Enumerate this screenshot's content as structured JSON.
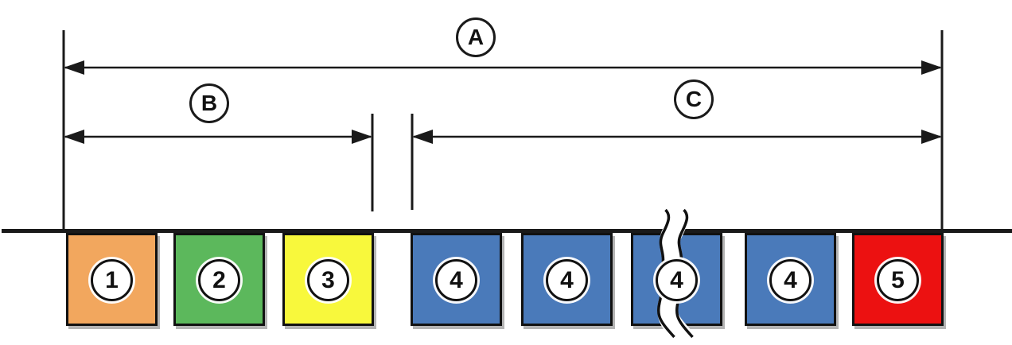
{
  "diagram": {
    "background": "#ffffff",
    "line_color": "#1a1a1a",
    "dimension_labels": [
      {
        "label": "A"
      },
      {
        "label": "B"
      },
      {
        "label": "C"
      }
    ],
    "segments": [
      {
        "number": "1",
        "color": "#F2A75E"
      },
      {
        "number": "2",
        "color": "#5CB85C"
      },
      {
        "number": "3",
        "color": "#F8F83C"
      },
      {
        "number": "4",
        "color": "#4A7ABA"
      },
      {
        "number": "4",
        "color": "#4A7ABA"
      },
      {
        "number": "4",
        "color": "#4A7ABA",
        "break_marker": true
      },
      {
        "number": "4",
        "color": "#4A7ABA"
      },
      {
        "number": "5",
        "color": "#EC1111"
      }
    ]
  }
}
